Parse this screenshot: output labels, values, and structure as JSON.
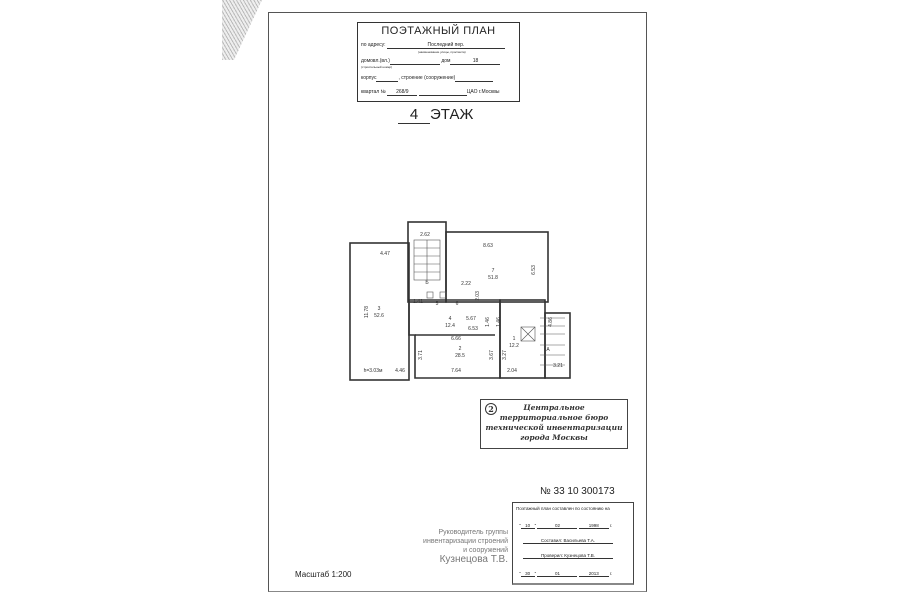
{
  "header": {
    "title": "ПОЭТАЖНЫЙ ПЛАН",
    "address_label": "по адресу:",
    "address_value": "Последний пер.",
    "address_hint": "(наименование улицы, проспекта)",
    "domovl_label": "домовл.(вл.)",
    "domovl_hint": "(строительный номер)",
    "dom_label": "дом",
    "dom_value": "18",
    "korpus_label": "корпус",
    "stroenie_label": "строение (сооружение)",
    "kvartal_label": "квартал №",
    "kvartal_value": "268/9",
    "district": "ЦАО г.Москвы"
  },
  "floor": {
    "number": "4",
    "label": "ЭТАЖ"
  },
  "plan": {
    "rooms": [
      {
        "num": "3",
        "area": "52.6"
      },
      {
        "num": "7",
        "area": "51.8"
      },
      {
        "num": "4",
        "area": "12.4"
      },
      {
        "num": "2",
        "area": "28.5"
      },
      {
        "num": "1",
        "area": "12.2"
      }
    ],
    "stairs": [
      "Б",
      "А"
    ],
    "small_rooms": [
      "5",
      "6"
    ],
    "dimensions": [
      "2.62",
      "4.47",
      "8.63",
      "6.53",
      "11.78",
      "2.22",
      "2.03",
      "1.41",
      "5.67",
      "6.53",
      "1.46",
      "1.46",
      "4.86",
      "6.66",
      "3.71",
      "3.67",
      "3.27",
      "3.21",
      "7.64",
      "2.04",
      "4.46"
    ],
    "height_note": "h=3.03м"
  },
  "stamp": {
    "number": "2",
    "lines": [
      "Центральное",
      "территориальное бюро",
      "технической инвентаризации",
      "города Москвы"
    ]
  },
  "registration": "№ 33 10 300173",
  "certificate": {
    "heading": "Поэтажный план составлен по состоянию на",
    "date1": {
      "day": "10",
      "month": "02",
      "year": "1998"
    },
    "compiled_by": "Составил: Васильева Т.А.",
    "checked_by": "Проверил: Кузнецова Т.В.",
    "date2": {
      "day": "30",
      "month": "01",
      "year": "2013"
    },
    "year_suffix": "г."
  },
  "signature_block": {
    "line1": "Руководитель группы",
    "line2": "инвентаризации строений",
    "line3": "и сооружений",
    "name": "Кузнецова Т.В."
  },
  "scale": "Масштаб 1:200"
}
